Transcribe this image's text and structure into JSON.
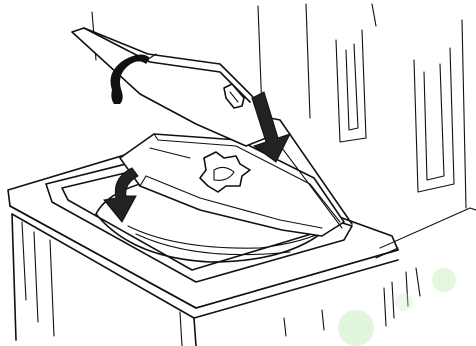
{
  "figure": {
    "background_color": "#ffffff",
    "line_color": "#111111",
    "arrow_color": "#222222",
    "stain_color": "#c8efc0",
    "parts": [
      "washer-cabinet",
      "washer-lid-open",
      "lid-hinge",
      "tub-rim",
      "agitator-tray",
      "strap-loop-icon",
      "arrow-down-icon",
      "arrow-curved-icon",
      "background-cabinetry"
    ]
  }
}
